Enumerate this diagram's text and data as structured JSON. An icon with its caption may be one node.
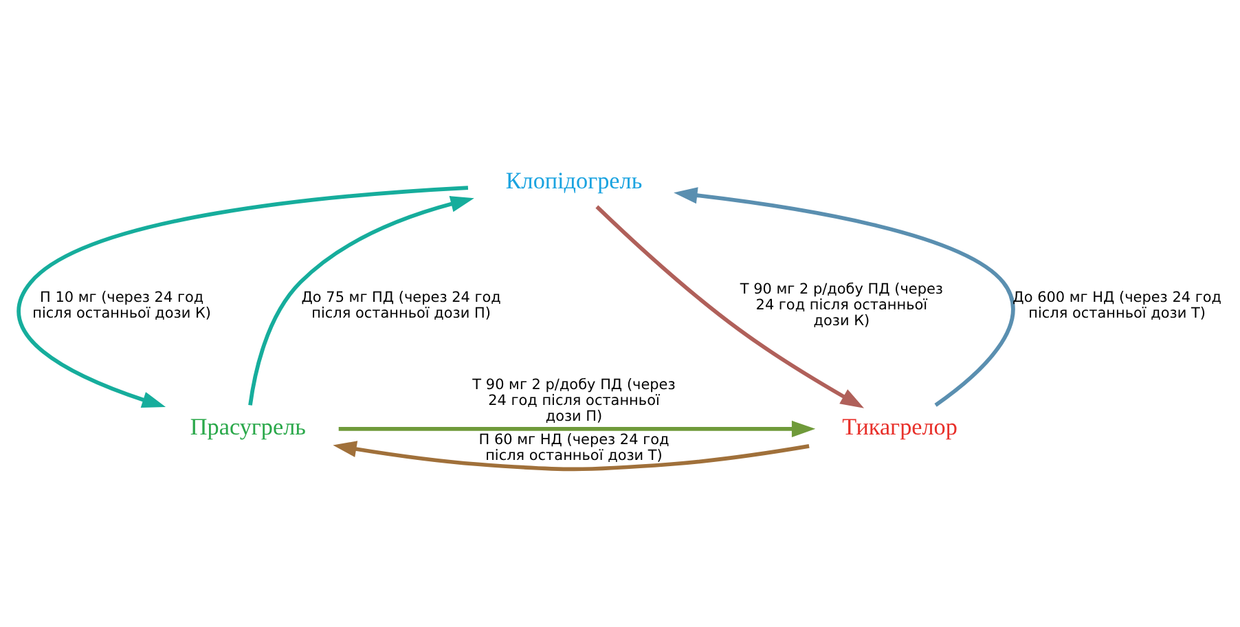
{
  "diagram": {
    "nodes": [
      {
        "text": [
          "Клопідогрель"
        ]
      },
      {
        "text": [
          "Прасугрель"
        ]
      },
      {
        "text": [
          "Тикагрелор"
        ]
      }
    ],
    "edges": [
      {
        "from": 1,
        "to": 0,
        "arrow": "to",
        "label": "До 75 мг ПД (через 24 год після останньої дози П)",
        "color": "#16ad9c"
      },
      {
        "from": 0,
        "to": 1,
        "arrow": "to",
        "label": "П 10 мг (через 24 год після останньої дози К)",
        "color": "#16ad9c"
      },
      {
        "from": 2,
        "to": 0,
        "arrow": "to",
        "label": "До 600 мг НД (через 24 год після останньої дози Т)",
        "color": "#5a8fb0"
      },
      {
        "from": 0,
        "to": 2,
        "arrow": "to",
        "label": "Т 90 мг 2 р/добу ПД (через 24 год після останньої дози К)",
        "color": "#b0605a"
      },
      {
        "from": 1,
        "to": 2,
        "arrow": "to",
        "label": "Т 90 мг 2 р/добу ПД (через 24 год після останньої дози П)",
        "color": "#6f9a3a"
      },
      {
        "from": 2,
        "to": 1,
        "arrow": "to",
        "label": "П 60 мг НД (через 24 год після останньої дози Т)",
        "color": "#a0703a"
      }
    ]
  }
}
